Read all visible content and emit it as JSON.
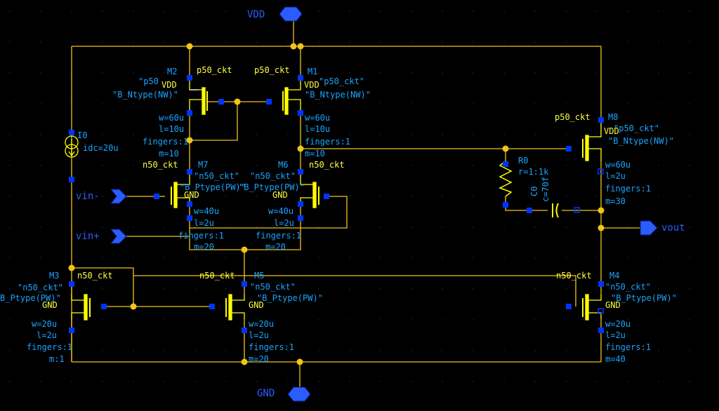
{
  "colors": {
    "background": "#000000",
    "wire": "#f0c419",
    "device": "#ffff00",
    "pin": "#0033ff",
    "label": "#1aa3ff",
    "name_yellow": "#ffff40",
    "device_white": "#e8e8e8",
    "rail": "#2a5cff",
    "grid": "#1f3a5a"
  },
  "pins": {
    "vdd": "VDD",
    "gnd": "GND",
    "vin_minus": "vin-",
    "vin_plus": "vin+",
    "vout": "vout"
  },
  "I0": {
    "name": "I0",
    "param": "idc=20u"
  },
  "R0": {
    "name": "R0",
    "param": "r=1:1k"
  },
  "C0": {
    "name": "C0",
    "param": "c=70f"
  },
  "M1": {
    "name": "M1",
    "model": "p50_ckt",
    "bulk": "\"B_Ntype(NW)\"",
    "bulk_net": "VDD",
    "model_q": "\"p50_ckt\"",
    "w": "w=60u",
    "l": "l=10u",
    "fingers": "fingers:1",
    "m": "m=10"
  },
  "M2": {
    "name": "M2",
    "model": "p50_ckt",
    "bulk": "\"B_Ntype(NW)\"",
    "bulk_net": "VDD",
    "model_q": "\"p50",
    "w": "w=60u",
    "l": "l=10u",
    "fingers": "fingers:1",
    "m": "m=10"
  },
  "M3": {
    "name": "M3",
    "model": "n50_ckt",
    "bulk": "B_Ptype(PW)\"",
    "bulk_net": "GND",
    "model_q": "\"n50_ckt\"",
    "w": "w=20u",
    "l": "l=2u",
    "fingers": "fingers:1",
    "m": "m:1"
  },
  "M4": {
    "name": "M4",
    "model": "n50_ckt",
    "bulk": "\"B_Ptype(PW)\"",
    "bulk_net": "GND",
    "model_q": "\"n50_ckt\"",
    "w": "w=20u",
    "l": "l=2u",
    "fingers": "fingers:1",
    "m": "m=40"
  },
  "M5": {
    "name": "M5",
    "model": "n50_ckt",
    "bulk": "\"B_Ptype(PW)\"",
    "bulk_net": "GND",
    "model_q": "\"n50_ckt\"",
    "w": "w=20u",
    "l": "l=2u",
    "fingers": "fingers:1",
    "m": "m=20"
  },
  "M6": {
    "name": "M6",
    "model": "n50_ckt",
    "bulk": "\"B_Ptype(PW)\"",
    "bulk_net": "GND",
    "model_q": "\"n50_ckt\"",
    "w": "w=40u",
    "l": "l=2u",
    "fingers": "fingers:1",
    "m": "m=20"
  },
  "M7": {
    "name": "M7",
    "model": "n50_ckt",
    "bulk": "\"B_Ptype(PW)\"",
    "bulk_net": "GND",
    "model_q": "\"n50_ckt\"",
    "w": "w=40u",
    "l": "l=2u",
    "fingers": "fingers:1",
    "m": "m=20"
  },
  "M8": {
    "name": "M8",
    "model": "p50_ckt",
    "bulk": "\"B_Ntype(NW)\"",
    "bulk_net": "VDD",
    "model_q": "\"p50_ckt\"",
    "w": "w=60u",
    "l": "l=2u",
    "fingers": "fingers:1",
    "m": "m=30"
  }
}
